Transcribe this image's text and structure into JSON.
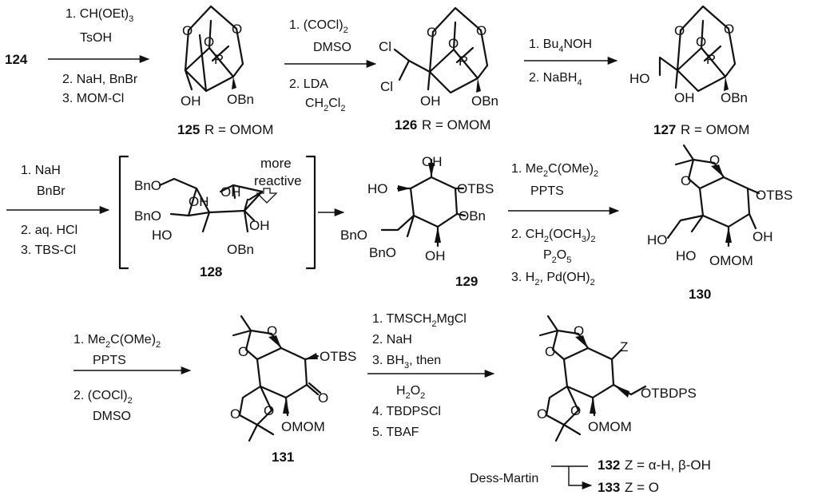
{
  "start_compound": "124",
  "step1": {
    "above": [
      "1. CH(OEt)",
      "TsOH"
    ],
    "above_sub": "3",
    "below": [
      "2. NaH, BnBr",
      "3. MOM-Cl"
    ]
  },
  "step2": {
    "above": [
      "1. (COCl)",
      "DMSO"
    ],
    "above_sub": "2",
    "below": [
      "2. LDA",
      "CH",
      "Cl"
    ],
    "below_subs": [
      "2",
      "2"
    ]
  },
  "step3": {
    "above": [
      "1. Bu",
      "NOH"
    ],
    "above_sub": "4",
    "below": [
      "2. NaBH"
    ],
    "below_sub": "4"
  },
  "step4": {
    "above": [
      "1. NaH",
      "BnBr"
    ],
    "below": [
      "2. aq. HCl",
      "3. TBS-Cl"
    ]
  },
  "step5": {
    "above": [
      "1. Me",
      "C(OMe)",
      "PPTS"
    ],
    "above_subs": [
      "2",
      "2"
    ],
    "below": [
      "2. CH",
      "(OCH",
      ")",
      "P",
      "O",
      "3. H",
      ", Pd(OH)"
    ],
    "below_subs": [
      "2",
      "3",
      "2",
      "2",
      "5",
      "2",
      "2"
    ]
  },
  "step6": {
    "above": [
      "1. Me",
      "C(OMe)",
      "PPTS"
    ],
    "above_subs": [
      "2",
      "2"
    ],
    "below": [
      "2. (COCl)",
      "DMSO"
    ],
    "below_sub": "2"
  },
  "step7": {
    "above": [
      "1. TMSCH",
      "MgCl",
      "2. NaH",
      "3. BH",
      ", then"
    ],
    "above_subs": [
      "2",
      "3"
    ],
    "below": [
      "H",
      "O",
      "4. TBDPSCl",
      "5. TBAF"
    ],
    "below_subs": [
      "2",
      "2"
    ]
  },
  "compounds": {
    "c125": {
      "num": "125",
      "rlabel": "R = OMOM"
    },
    "c126": {
      "num": "126",
      "rlabel": "R = OMOM"
    },
    "c127": {
      "num": "127",
      "rlabel": "R = OMOM"
    },
    "c128": {
      "num": "128",
      "note": [
        "more",
        "reactive"
      ],
      "note_icon": "hollow-down-arrow-icon"
    },
    "c129": {
      "num": "129"
    },
    "c130": {
      "num": "130"
    },
    "c131": {
      "num": "131"
    },
    "c132": {
      "num": "132",
      "zlabel": "Z = α-H, β-OH"
    },
    "c133": {
      "num": "133",
      "zlabel": "Z = O"
    }
  },
  "dess_martin": "Dess-Martin",
  "atom_labels": {
    "O": "O",
    "R": "R",
    "OH": "OH",
    "OBn": "OBn",
    "Cl": "Cl",
    "HO": "HO",
    "BnO": "BnO",
    "OTBS": "OTBS",
    "OMOM": "OMOM",
    "OTBDPS": "OTBDPS",
    "Z": "Z"
  }
}
